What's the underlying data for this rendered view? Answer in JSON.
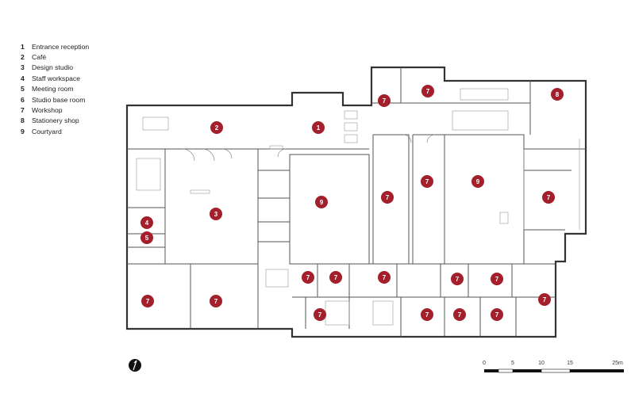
{
  "legend": [
    {
      "num": "1",
      "label": "Entrance reception"
    },
    {
      "num": "2",
      "label": "Café"
    },
    {
      "num": "3",
      "label": "Design studio"
    },
    {
      "num": "4",
      "label": "Staff workspace"
    },
    {
      "num": "5",
      "label": "Meeting room"
    },
    {
      "num": "6",
      "label": "Studio base room"
    },
    {
      "num": "7",
      "label": "Workshop"
    },
    {
      "num": "8",
      "label": "Stationery shop"
    },
    {
      "num": "9",
      "label": "Courtyard"
    }
  ],
  "markers": [
    "1",
    "2",
    "3",
    "4",
    "5",
    "7",
    "7",
    "7",
    "7",
    "7",
    "7",
    "7",
    "7",
    "7",
    "7",
    "7",
    "7",
    "7",
    "7",
    "7",
    "7",
    "7",
    "8",
    "9",
    "9"
  ],
  "scale": {
    "ticks": [
      "0",
      "5",
      "10",
      "15",
      "25m"
    ]
  },
  "marker_color": "#a31f2b"
}
